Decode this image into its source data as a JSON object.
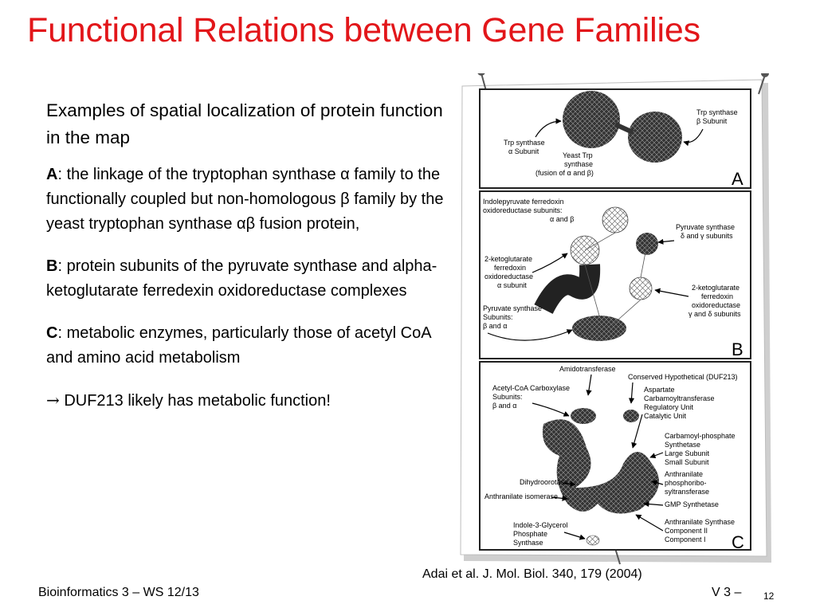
{
  "slide": {
    "title": "Functional Relations between Gene Families",
    "intro": "Examples of spatial localization of protein function in the map",
    "blocks": [
      {
        "label": "A",
        "text": ": the linkage of the tryptophan synthase α family to the functionally coupled but non-homologous β family by the yeast tryptophan synthase αβ fusion protein,"
      },
      {
        "label": "B",
        "text": ": protein subunits of the pyruvate synthase and alpha-ketoglutarate ferredexin oxidoreductase complexes"
      },
      {
        "label": "C",
        "text": ": metabolic enzymes, particularly those of acetyl CoA and amino acid metabolism"
      }
    ],
    "conclusion_arrow": "→",
    "conclusion": " DUF213 likely has metabolic function!",
    "caption": "Adai et al. J. Mol. Biol. 340, 179 (2004)",
    "footer_left": "Bioinformatics 3 – WS 12/13",
    "footer_right": "V 3 –",
    "page_number": "12"
  },
  "figure": {
    "panel_a": {
      "letter": "A",
      "labels": {
        "trp_beta_1": "Trp synthase",
        "trp_beta_2": "β Subunit",
        "trp_alpha_1": "Trp synthase",
        "trp_alpha_2": "α Subunit",
        "yeast_1": "Yeast Trp",
        "yeast_2": "synthase",
        "yeast_3": "(fusion of α and β)"
      }
    },
    "panel_b": {
      "letter": "B",
      "labels": {
        "indole_1": "Indolepyruvate ferredoxin",
        "indole_2": "oxidoreductase subunits:",
        "indole_3": "α and β",
        "pyr_top_1": "Pyruvate synthase",
        "pyr_top_2": "δ and γ subunits",
        "keto_left_1": "2-ketoglutarate",
        "keto_left_2": "ferredoxin",
        "keto_left_3": "oxidoreductase",
        "keto_left_4": "α subunit",
        "keto_right_1": "2-ketoglutarate",
        "keto_right_2": "ferredoxin",
        "keto_right_3": "oxidoreductase",
        "keto_right_4": "γ and δ subunits",
        "pyr_bot_1": "Pyruvate synthase",
        "pyr_bot_2": "Subunits:",
        "pyr_bot_3": "β and α"
      }
    },
    "panel_c": {
      "letter": "C",
      "labels": {
        "amido": "Amidotransferase",
        "conserved": "Conserved Hypothetical (DUF213)",
        "acetyl_1": "Acetyl-CoA Carboxylase",
        "acetyl_2": "Subunits:",
        "acetyl_3": "β and α",
        "asp_1": "Aspartate",
        "asp_2": "Carbamoyltransferase",
        "asp_3": "Regulatory Unit",
        "asp_4": "Catalytic Unit",
        "carb_1": "Carbamoyl-phosphate",
        "carb_2": "Synthetase",
        "carb_3": "Large Subunit",
        "carb_4": "Small Subunit",
        "anth_ps_1": "Anthranilate",
        "anth_ps_2": "phosphoribo-",
        "anth_ps_3": "syltransferase",
        "dihydro": "Dihydroorotase",
        "anth_iso": "Anthranilate isomerase",
        "gmp": "GMP Synthetase",
        "indole_1": "Indole-3-Glycerol",
        "indole_2": "Phosphate",
        "indole_3": "Synthase",
        "anth_syn_1": "Anthranilate Synthase",
        "anth_syn_2": "Component II",
        "anth_syn_3": "Component I"
      }
    }
  }
}
